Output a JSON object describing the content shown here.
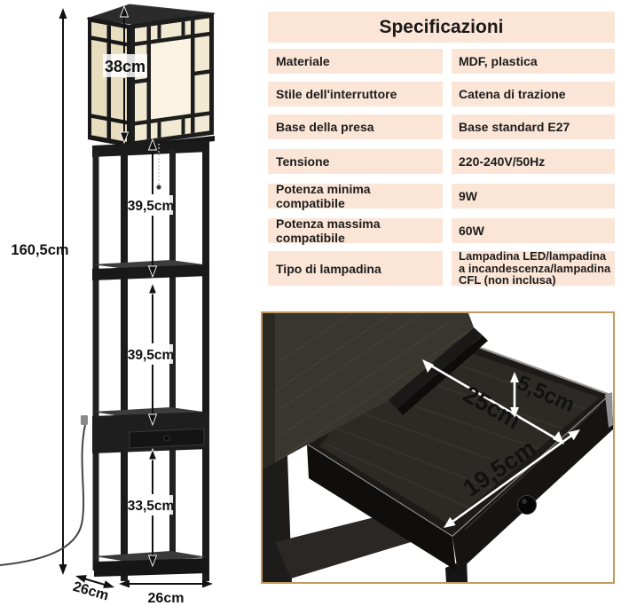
{
  "colors": {
    "table_bg": "#fbe5d6",
    "inset_border": "#c49a62",
    "pane_cream": "#f2e9d3",
    "frame_black": "#1b1b1b"
  },
  "spec_table": {
    "title": "Specificazioni",
    "rows": [
      {
        "label": "Materiale",
        "value": "MDF, plastica"
      },
      {
        "label": "Stile dell'interruttore",
        "value": "Catena di trazione"
      },
      {
        "label": "Base della presa",
        "value": "Base standard E27"
      },
      {
        "label": "Tensione",
        "value": "220-240V/50Hz"
      },
      {
        "label": "Potenza minima compatibile",
        "value": "9W"
      },
      {
        "label": "Potenza massima compatibile",
        "value": "60W"
      },
      {
        "label": "Tipo di lampadina",
        "value": "Lampadina LED/lampadina a incandescenza/lampadina CFL (non inclusa)"
      }
    ]
  },
  "lamp_diagram": {
    "labels": {
      "shade_height": "38cm",
      "upper_section": "39,5cm",
      "middle_section": "39,5cm",
      "lower_section": "33,5cm",
      "total_height": "160,5cm",
      "base_depth": "26cm",
      "base_width": "26cm"
    }
  },
  "drawer_inset": {
    "labels": {
      "inner_width": "25cm",
      "inner_height": "5,5cm",
      "inner_depth": "19,5cm"
    }
  }
}
